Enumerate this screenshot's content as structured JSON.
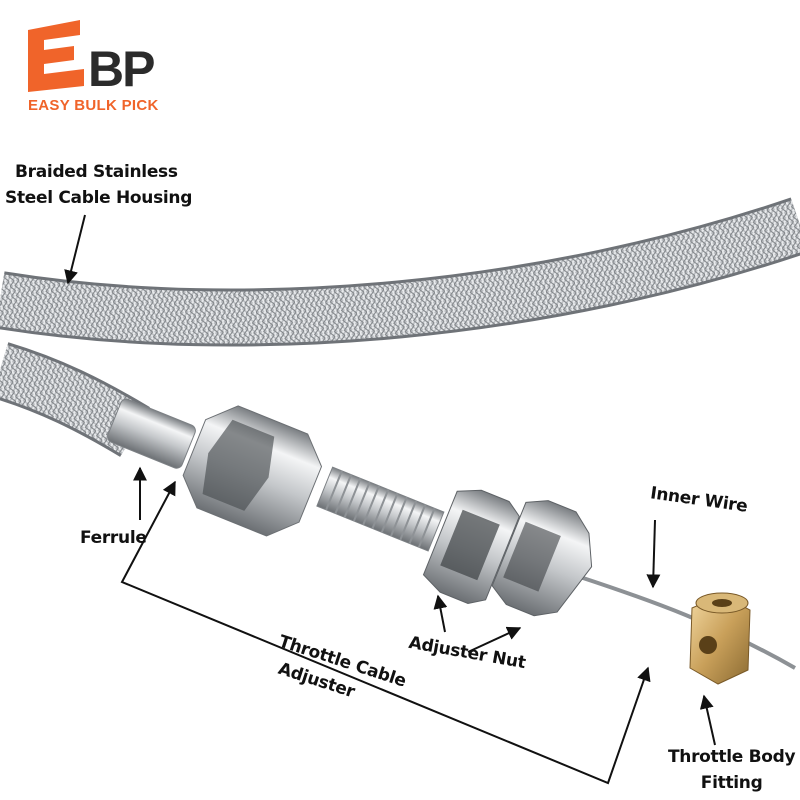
{
  "brand": {
    "logo_letters": "EBP",
    "tagline": "EASY BULK PICK",
    "accent_color": "#f0642a",
    "dark_color": "#2b2b2b"
  },
  "callouts": {
    "housing_line1": "Braided Stainless",
    "housing_line2": "Steel Cable Housing",
    "ferrule": "Ferrule",
    "inner_wire": "Inner Wire",
    "adjuster_nut": "Adjuster Nut",
    "throttle_adjuster_line1": "Throttle Cable",
    "throttle_adjuster_line2": "Adjuster",
    "throttle_fitting_line1": "Throttle Body",
    "throttle_fitting_line2": "Fitting"
  }
}
